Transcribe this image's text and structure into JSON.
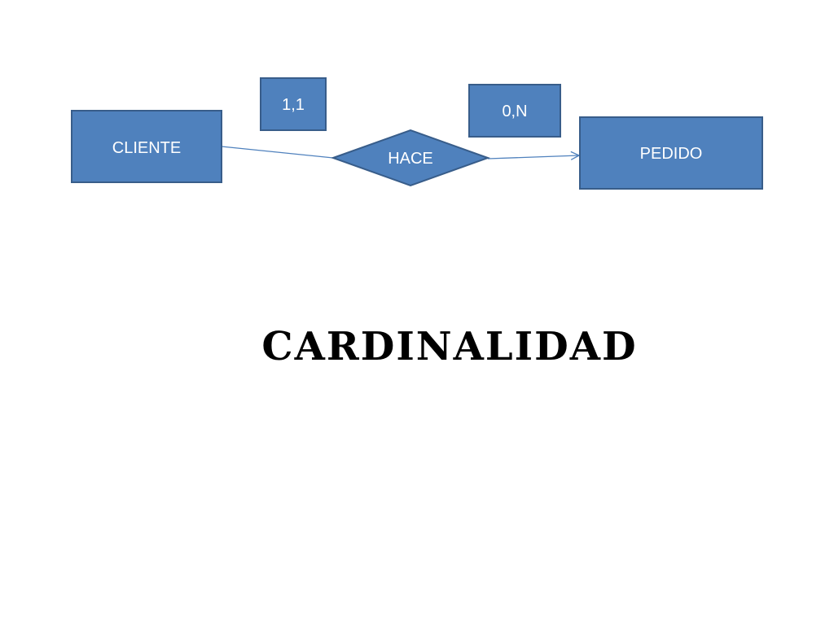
{
  "diagram": {
    "entities": {
      "cliente": "CLIENTE",
      "pedido": "PEDIDO"
    },
    "relationship": "HACE",
    "cardinalities": {
      "left": "1,1",
      "right": "0,N"
    }
  },
  "title": "CARDINALIDAD",
  "colors": {
    "shape_fill": "#4F81BD",
    "shape_border": "#385D8A",
    "connector": "#4F81BD"
  }
}
